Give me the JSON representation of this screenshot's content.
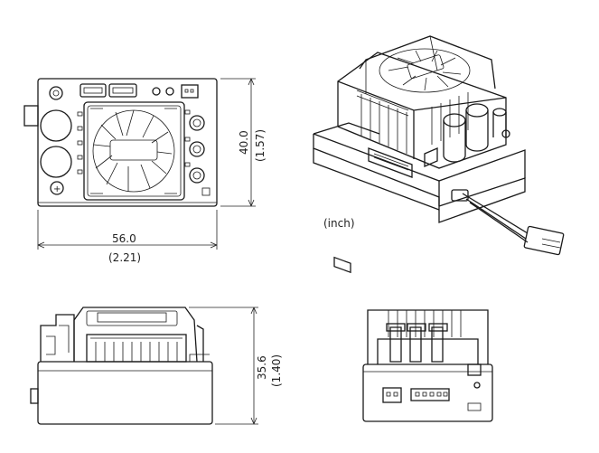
{
  "top_view": {
    "width_mm": "56.0",
    "width_in": "(2.21)",
    "height_mm": "40.0",
    "height_in": "(1.57)"
  },
  "iso_view": {
    "unit_note": "(inch)"
  },
  "side_view": {
    "height_mm": "35.6",
    "height_in": "(1.40)"
  }
}
